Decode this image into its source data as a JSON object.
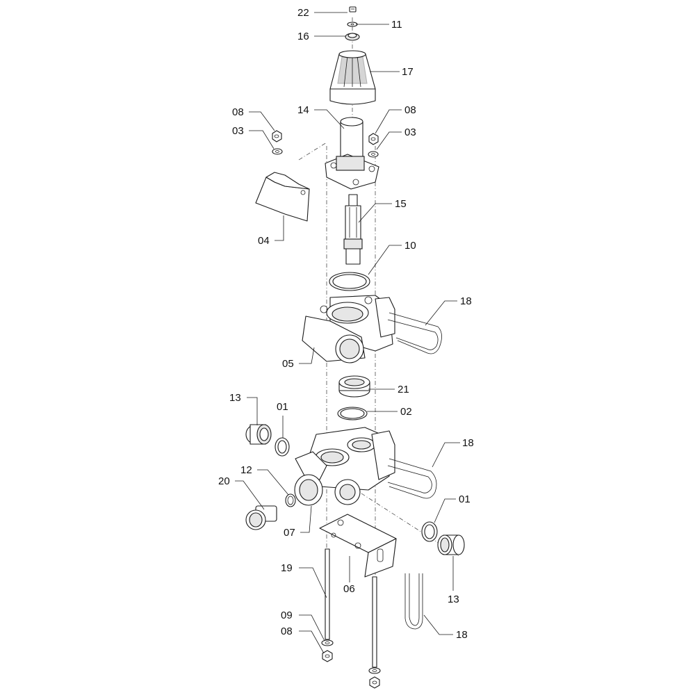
{
  "callouts": {
    "c22": "22",
    "c11": "11",
    "c16": "16",
    "c17": "17",
    "c14": "14",
    "c08a": "08",
    "c03a": "03",
    "c08b": "08",
    "c03b": "03",
    "c04": "04",
    "c15": "15",
    "c10": "10",
    "c18a": "18",
    "c05": "05",
    "c21": "21",
    "c02": "02",
    "c13a": "13",
    "c01a": "01",
    "c18b": "18",
    "c12": "12",
    "c20": "20",
    "c07": "07",
    "c01b": "01",
    "c13b": "13",
    "c19": "19",
    "c06": "06",
    "c09": "09",
    "c08c": "08",
    "c18c": "18"
  }
}
